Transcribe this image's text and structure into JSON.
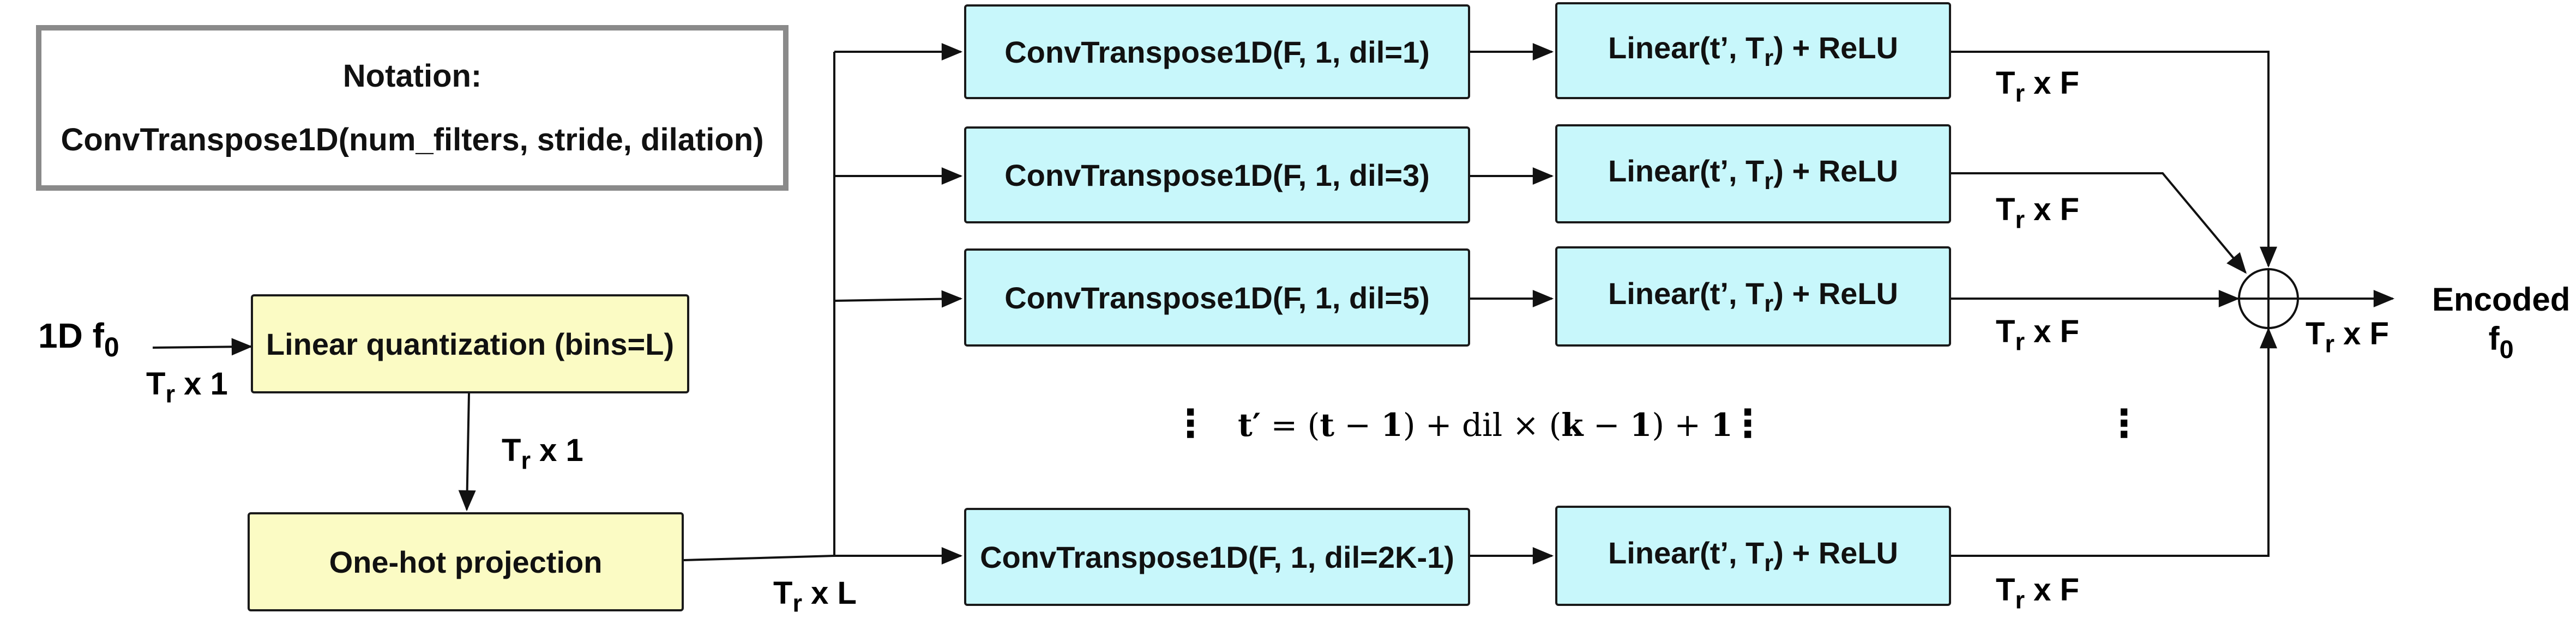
{
  "notation": {
    "title": "Notation:",
    "signature": "ConvTranspose1D(num_filters, stride, dilation)"
  },
  "input": {
    "label_main": "1D f",
    "label_sub": "0",
    "dim1_main": "T",
    "dim1_sub": "r",
    "dim1_rest": " x 1",
    "dim2_main": "T",
    "dim2_sub": "r",
    "dim2_rest": " x 1",
    "dim3_main": "T",
    "dim3_sub": "r",
    "dim3_rest": " x L"
  },
  "quantization": {
    "label": "Linear quantization (bins=L)"
  },
  "onehot": {
    "label": "One-hot projection"
  },
  "branches": [
    {
      "conv": "ConvTranspose1D(F, 1, dil=1)",
      "lin_a": "Linear(t’, T",
      "lin_sub": "r",
      "lin_b": ") + ReLU",
      "dim_main": "T",
      "dim_sub": "r",
      "dim_rest": " x F"
    },
    {
      "conv": "ConvTranspose1D(F, 1, dil=3)",
      "lin_a": "Linear(t’, T",
      "lin_sub": "r",
      "lin_b": ") + ReLU",
      "dim_main": "T",
      "dim_sub": "r",
      "dim_rest": " x F"
    },
    {
      "conv": "ConvTranspose1D(F, 1, dil=5)",
      "lin_a": "Linear(t’, T",
      "lin_sub": "r",
      "lin_b": ") + ReLU",
      "dim_main": "T",
      "dim_sub": "r",
      "dim_rest": " x F"
    },
    {
      "conv": "ConvTranspose1D(F, 1, dil=2K-1)",
      "lin_a": "Linear(t’, T",
      "lin_sub": "r",
      "lin_b": ") + ReLU",
      "dim_main": "T",
      "dim_sub": "r",
      "dim_rest": " x F"
    }
  ],
  "equation": {
    "lhs": "t′",
    "eq": " = (",
    "t": "t",
    "m1": " − ",
    "one1": "1",
    "p1": ") + dil × (",
    "k": "k",
    "m2": " − ",
    "one2": "1",
    "p2": ") + ",
    "one3": "1"
  },
  "output": {
    "dim_main": "T",
    "dim_sub": "r",
    "dim_rest": " x F",
    "label_line1": "Encoded",
    "label_main": "f",
    "label_sub": "0"
  },
  "ellipsis": "⋮"
}
